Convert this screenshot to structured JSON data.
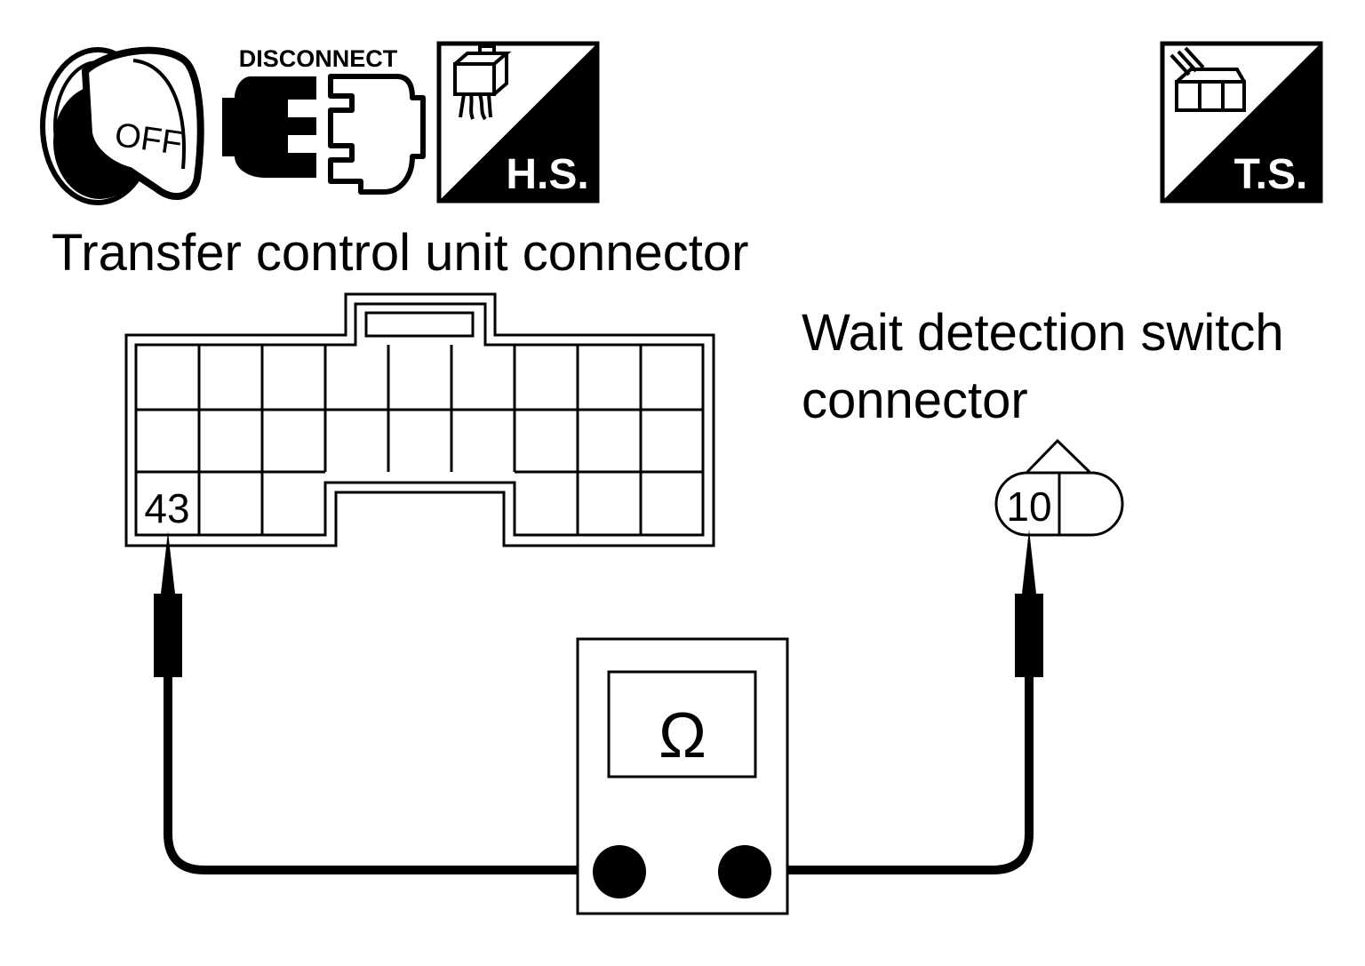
{
  "icons": {
    "ignition": {
      "name": "ignition-off-icon",
      "text": "OFF"
    },
    "disconnect": {
      "name": "disconnect-icon",
      "text": "DISCONNECT"
    },
    "harness_side": {
      "name": "harness-side-icon",
      "text": "H.S."
    },
    "terminal_side": {
      "name": "terminal-side-icon",
      "text": "T.S."
    }
  },
  "connectors": {
    "transfer_unit": {
      "label": "Transfer control unit connector",
      "terminal": "43"
    },
    "wait_switch": {
      "label_line1": "Wait detection switch",
      "label_line2": "connector",
      "terminal": "10"
    }
  },
  "meter": {
    "symbol": "Ω"
  }
}
